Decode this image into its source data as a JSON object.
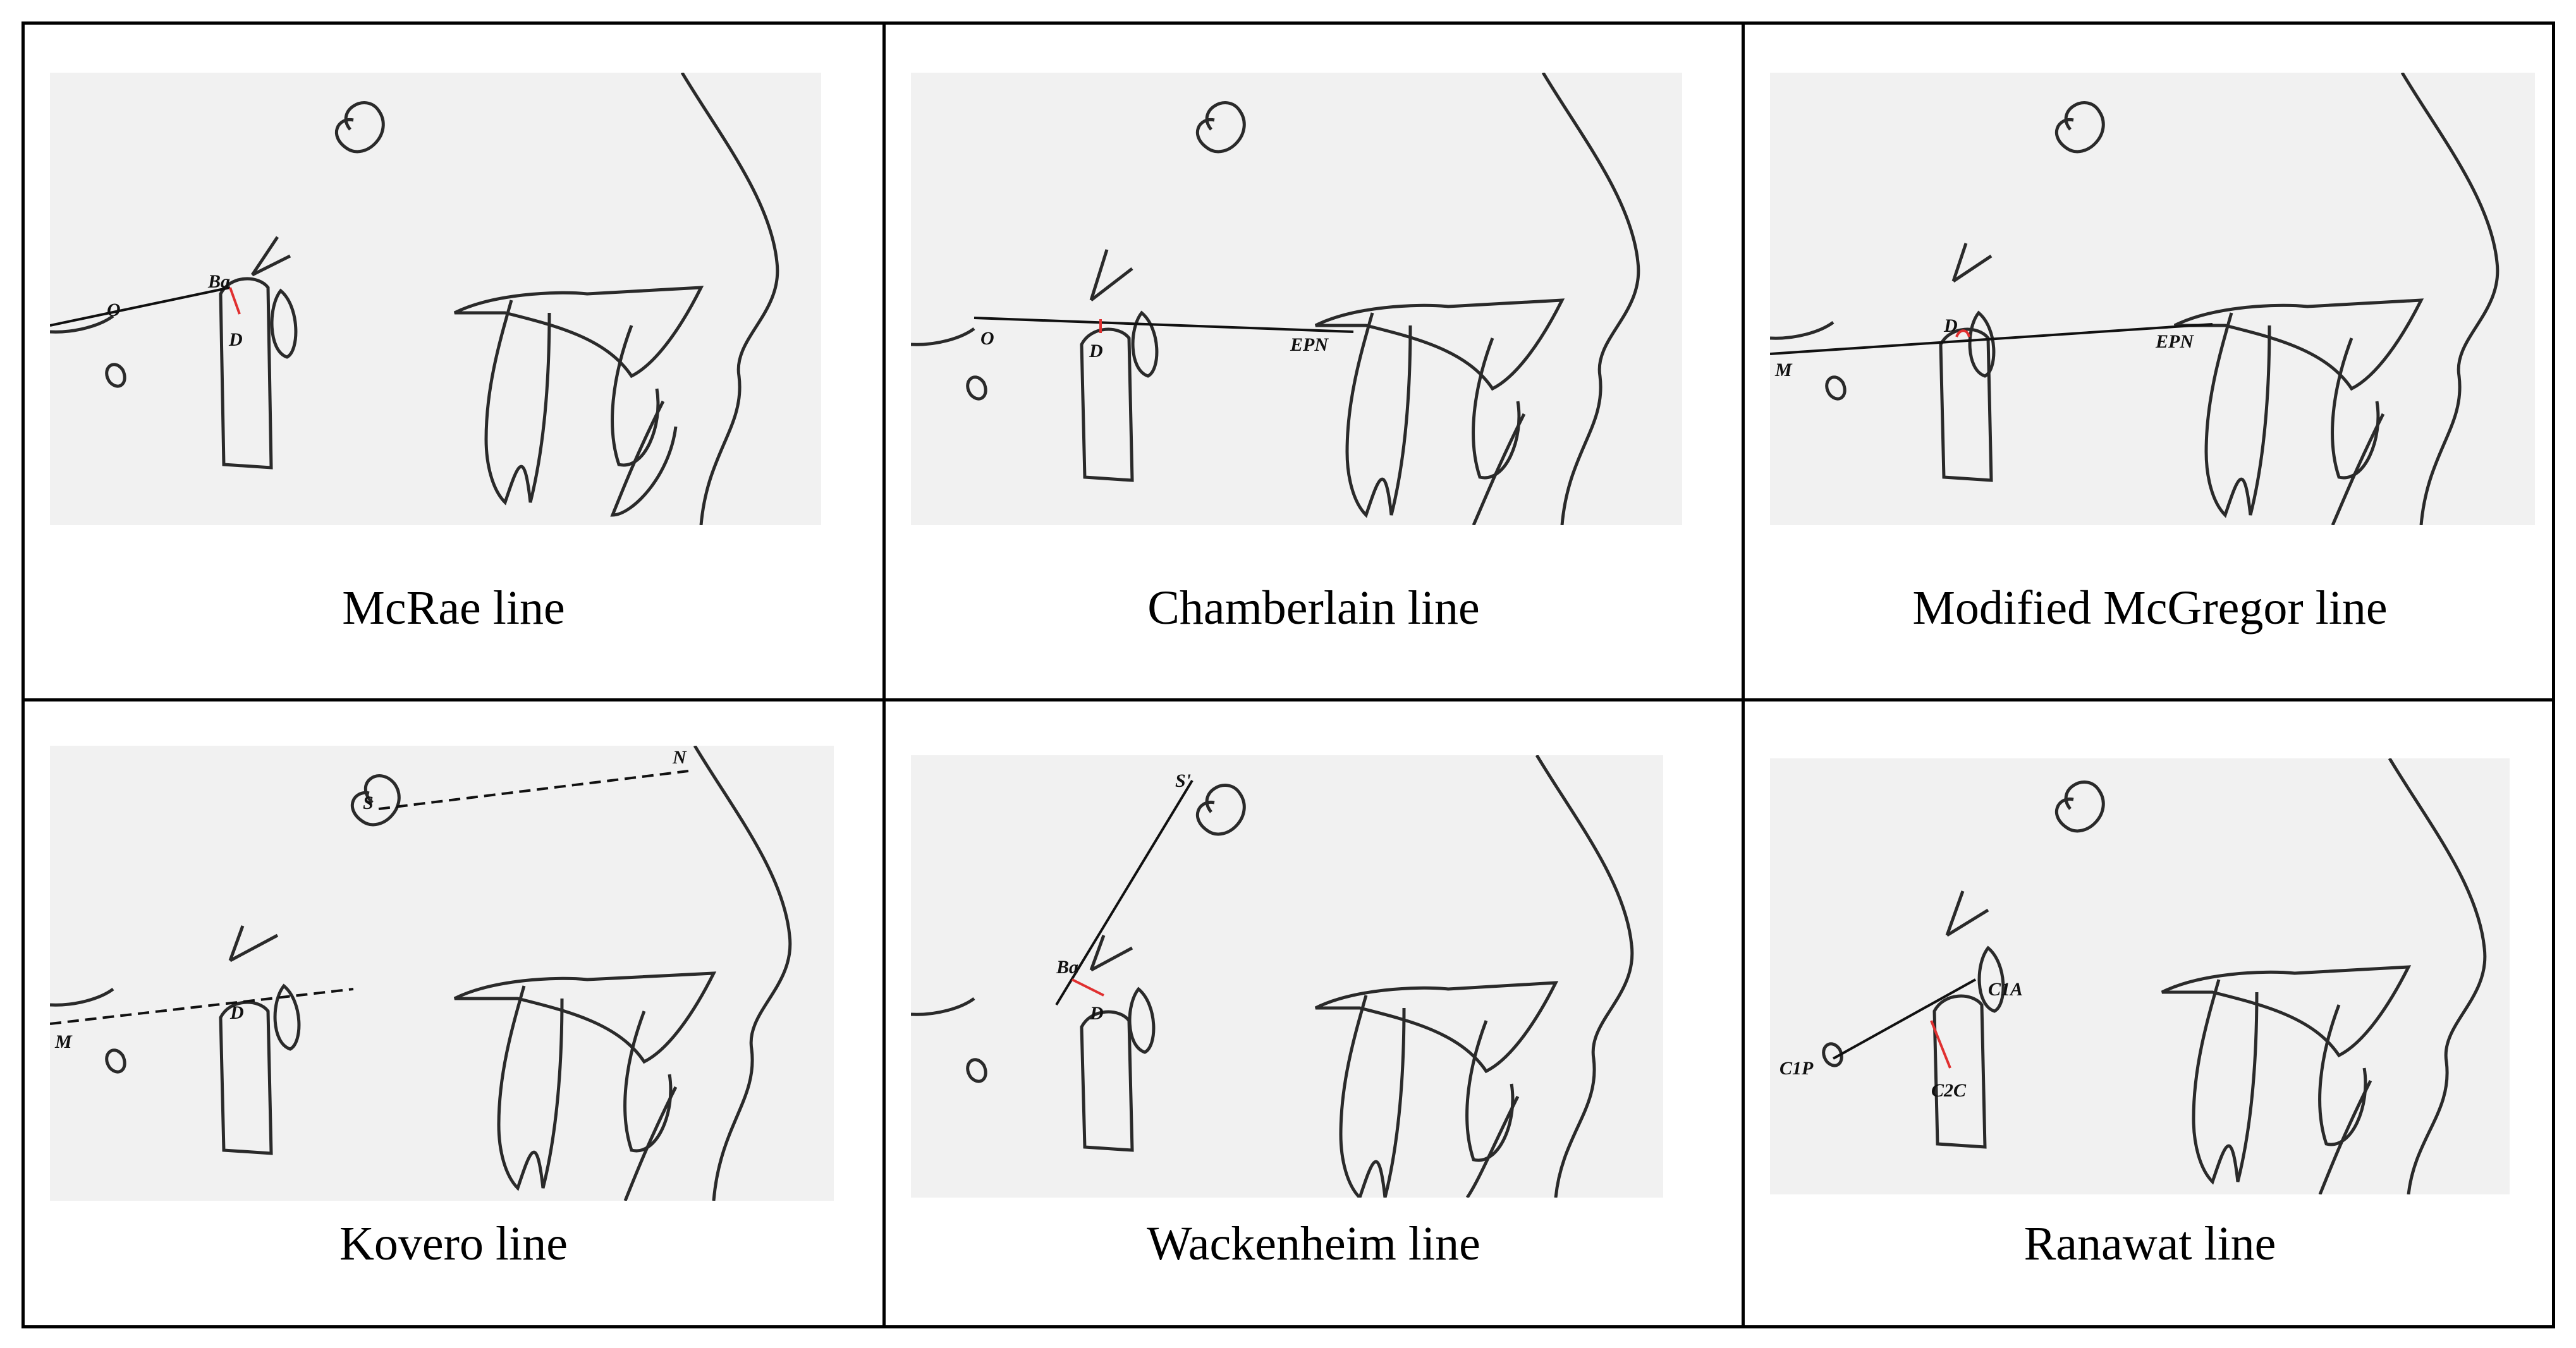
{
  "figure": {
    "panels": [
      {
        "id": "mcrae",
        "caption": "McRae line",
        "labels": [
          "O",
          "Ba",
          "D"
        ]
      },
      {
        "id": "chamberlain",
        "caption": "Chamberlain line",
        "labels": [
          "O",
          "D",
          "EPN"
        ]
      },
      {
        "id": "mcgregor",
        "caption": "Modified McGregor line",
        "labels": [
          "M",
          "D",
          "EPN"
        ]
      },
      {
        "id": "kovero",
        "caption": "Kovero line",
        "labels": [
          "S",
          "N",
          "M",
          "D"
        ]
      },
      {
        "id": "wackenheim",
        "caption": "Wackenheim line",
        "labels": [
          "S'",
          "Ba",
          "D"
        ]
      },
      {
        "id": "ranawat",
        "caption": "Ranawat line",
        "labels": [
          "C1A",
          "C1P",
          "C2C"
        ]
      }
    ]
  },
  "colors": {
    "border": "#000000",
    "panel_background": "#f1f1f1",
    "outline": "#2a2a2a",
    "measure_line": "#111111",
    "distance_marker": "#e03030"
  }
}
